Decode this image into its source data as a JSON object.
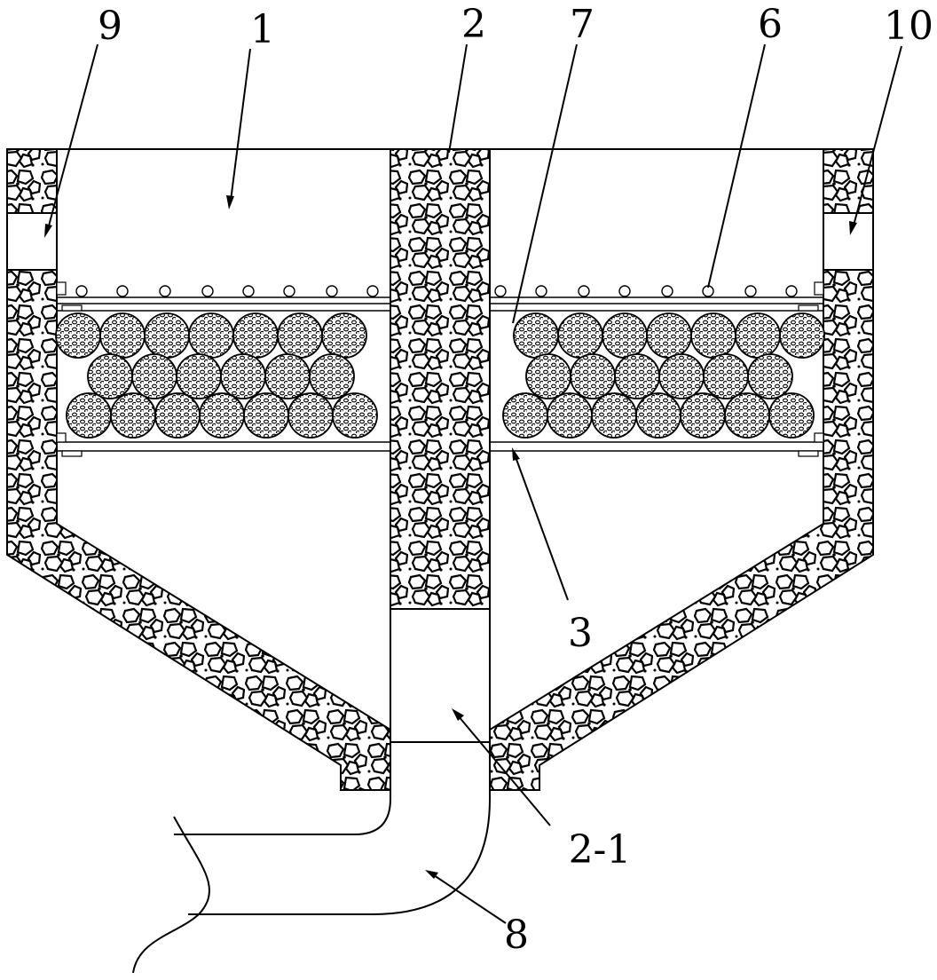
{
  "figure": {
    "labels": {
      "n9": "9",
      "n1": "1",
      "n2": "2",
      "n7": "7",
      "n6": "6",
      "n10": "10",
      "n3": "3",
      "n2_1": "2-1",
      "n8": "8"
    },
    "colors": {
      "line": "#000000",
      "background": "#ffffff",
      "concrete_fill": "#ffffff"
    },
    "icons": {
      "concrete_hatch": "stone-aggregate-pattern",
      "filter_ball": "porous-sphere",
      "aeration_hole": "small-circle"
    }
  }
}
